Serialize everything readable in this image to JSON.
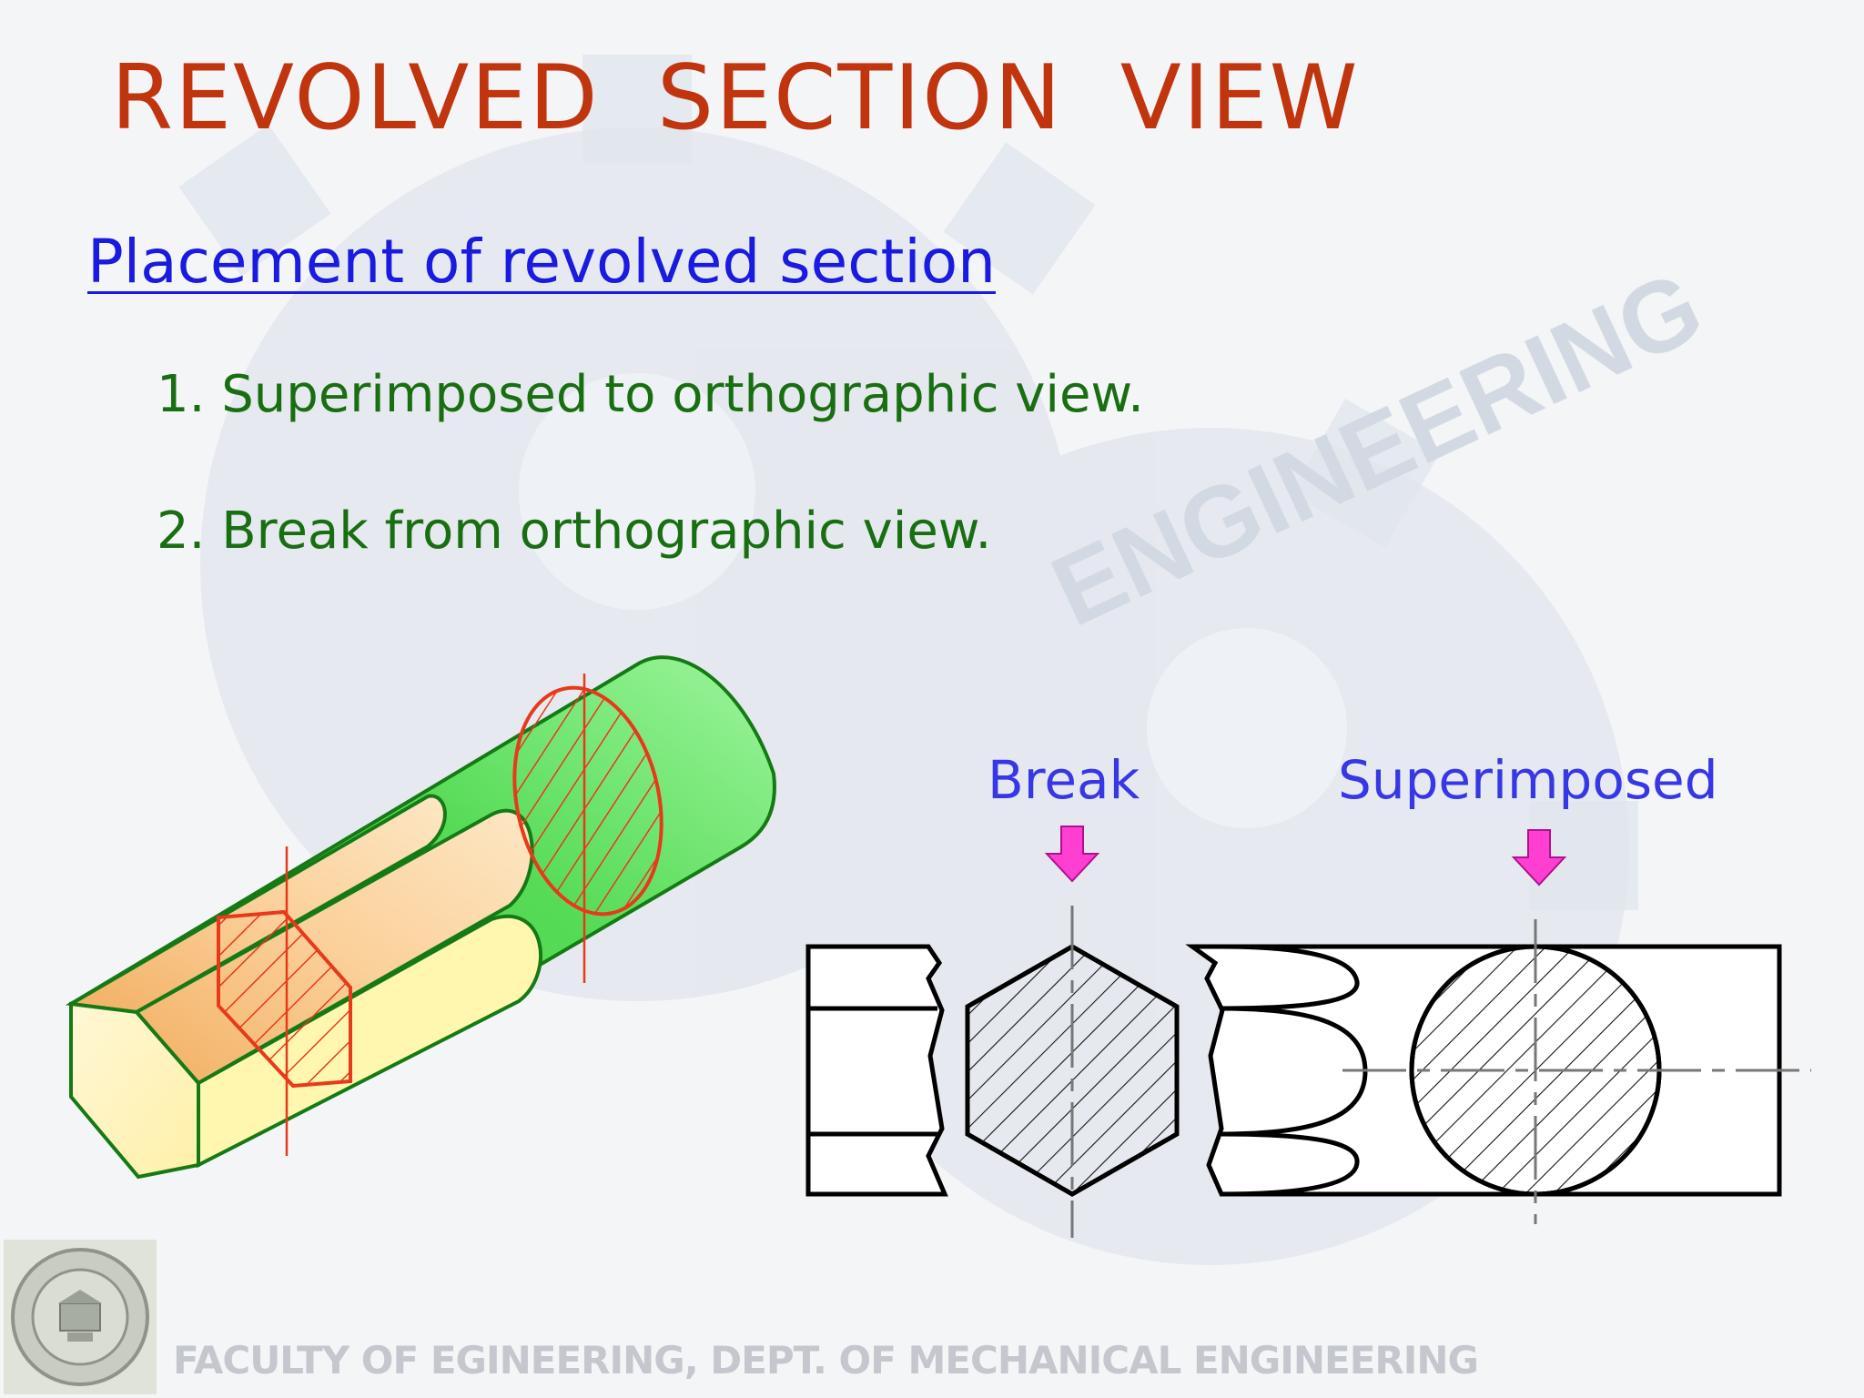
{
  "slide": {
    "title": "REVOLVED  SECTION  VIEW",
    "subtitle": "Placement of revolved section",
    "items": [
      "1. Superimposed to orthographic view.",
      "2. Break from orthographic view."
    ],
    "labels": {
      "break": "Break",
      "superimposed": "Superimposed"
    },
    "footer": "FACULTY  OF EGINEERING, DEPT. OF MECHANICAL ENGINEERING",
    "watermark_text": "ENGINEERING"
  },
  "colors": {
    "title": "#c0350e",
    "subtitle": "#1a1ae0",
    "items": "#1a6e12",
    "labels": "#3737e6",
    "arrow": "#ff3fd2",
    "section_line": "#e8391a",
    "cylinder": "#5fd85f",
    "footer": "#c4c8ce"
  },
  "icons": {
    "arrow": "down-arrow-icon",
    "logo": "university-seal-logo",
    "watermark": "gear-watermark"
  }
}
